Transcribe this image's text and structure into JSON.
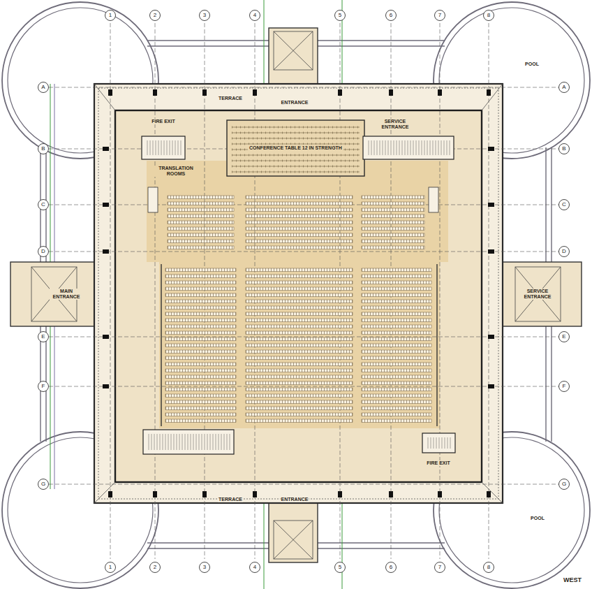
{
  "diagram": {
    "nodes": [
      {
        "text": [
          "CONFERENCE TABLE 12 IN STRENGTH"
        ]
      }
    ],
    "labels": [
      "1",
      "2",
      "3",
      "4",
      "5",
      "6",
      "7",
      "8",
      "1",
      "2",
      "3",
      "4",
      "5",
      "6",
      "7",
      "8",
      "A",
      "B",
      "C",
      "D",
      "E",
      "F",
      "G",
      "A",
      "B",
      "C",
      "D",
      "E",
      "F",
      "G",
      "TERRACE",
      "ENTRANCE",
      "POOL",
      "FIRE EXIT",
      "SERVICE ENTRANCE",
      "TRANSLATION ROOMS",
      "MAIN ENTRANCE",
      "SERVICE ENTRANCE",
      "TERRACE",
      "ENTRANCE",
      "FIRE EXIT",
      "POOL",
      "WEST"
    ]
  }
}
